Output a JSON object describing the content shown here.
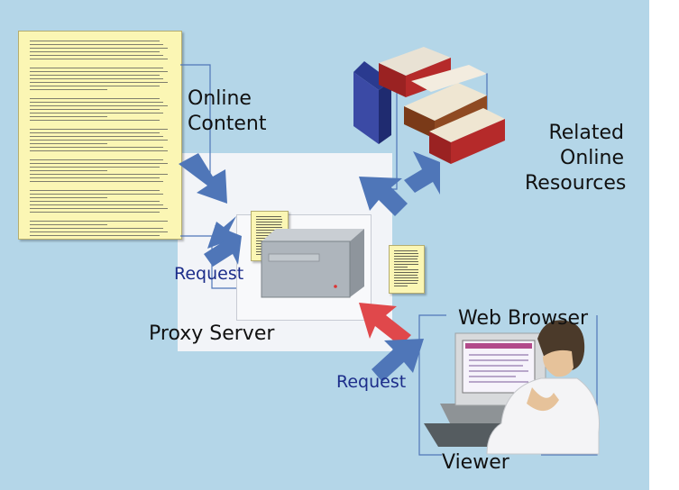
{
  "labels": {
    "online_content": "Online\nContent",
    "related_resources": "Related\nOnline\nResources",
    "proxy_server": "Proxy Server",
    "web_browser": "Web Browser",
    "viewer": "Viewer",
    "request_left": "Request",
    "request_bottom": "Request"
  },
  "colors": {
    "background": "#b4d6e8",
    "arrow_blue": "#4f76b8",
    "arrow_red": "#e0484b",
    "label_blue": "#1c2d8a",
    "document": "#fbf6b4"
  }
}
